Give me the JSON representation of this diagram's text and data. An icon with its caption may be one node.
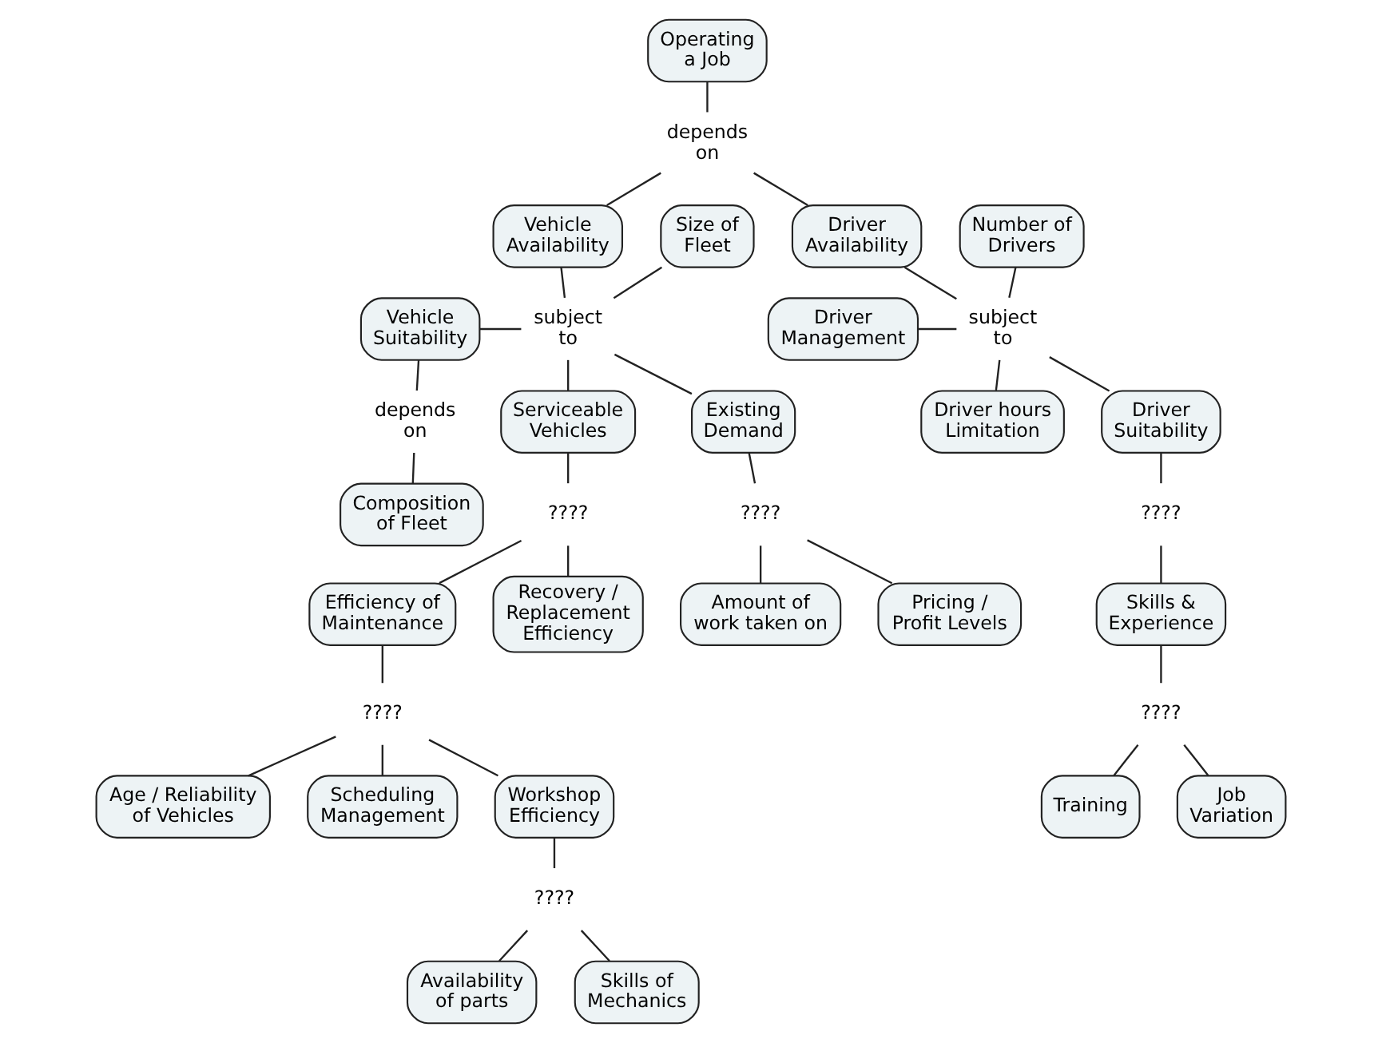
{
  "diagram": {
    "nodes": [
      {
        "text": [
          "Operating a Job"
        ]
      },
      {
        "text": [
          "depends on"
        ]
      },
      {
        "text": [
          "Size of Fleet"
        ]
      },
      {
        "text": [
          "Vehicle Availability"
        ]
      },
      {
        "text": [
          "Number of Drivers"
        ]
      },
      {
        "text": [
          "Driver Availability"
        ]
      },
      {
        "text": [
          "Vehicle Suitability"
        ]
      },
      {
        "text": [
          "subject to"
        ]
      },
      {
        "text": [
          "subject to"
        ]
      },
      {
        "text": [
          "Driver Management"
        ]
      },
      {
        "text": [
          "Serviceable Vehicles"
        ]
      },
      {
        "text": [
          "depends on"
        ]
      },
      {
        "text": [
          "Driver Suitability"
        ]
      },
      {
        "text": [
          "Driver hours Limitation"
        ]
      },
      {
        "text": [
          "Existing Demand"
        ]
      },
      {
        "text": [
          "Composition of Fleet"
        ]
      },
      {
        "text": [
          "????"
        ]
      },
      {
        "text": [
          "????"
        ]
      },
      {
        "text": [
          "Skills & Experience"
        ]
      },
      {
        "text": [
          "Efficiency of Maintenance"
        ]
      },
      {
        "text": [
          "????"
        ]
      },
      {
        "text": [
          "????"
        ]
      },
      {
        "text": [
          "Recovery / Replacement Efficiency"
        ]
      },
      {
        "text": [
          "????"
        ]
      },
      {
        "text": [
          "Training"
        ]
      },
      {
        "text": [
          "Job Variation"
        ]
      },
      {
        "text": [
          "Age / Reliability of Vehicles"
        ]
      },
      {
        "text": [
          "Workshop Efficiency"
        ]
      },
      {
        "text": [
          "Amount of work taken on"
        ]
      },
      {
        "text": [
          "Pricing / Profit Levels"
        ]
      },
      {
        "text": [
          "Scheduling Management"
        ]
      },
      {
        "text": [
          "????"
        ]
      },
      {
        "text": [
          "Availability of parts"
        ]
      },
      {
        "text": [
          "Skills of Mechanics"
        ]
      }
    ],
    "edges": [
      {
        "from": 0,
        "to": 1,
        "arrow": "none"
      },
      {
        "from": 1,
        "to": 3,
        "arrow": "none"
      },
      {
        "from": 1,
        "to": 5,
        "arrow": "none"
      },
      {
        "from": 3,
        "to": 7,
        "arrow": "none"
      },
      {
        "from": 2,
        "to": 7,
        "arrow": "none"
      },
      {
        "from": 6,
        "to": 7,
        "arrow": "none"
      },
      {
        "from": 7,
        "to": 10,
        "arrow": "none"
      },
      {
        "from": 7,
        "to": 14,
        "arrow": "none"
      },
      {
        "from": 6,
        "to": 11,
        "arrow": "none"
      },
      {
        "from": 11,
        "to": 15,
        "arrow": "none"
      },
      {
        "from": 5,
        "to": 8,
        "arrow": "none"
      },
      {
        "from": 4,
        "to": 8,
        "arrow": "none"
      },
      {
        "from": 9,
        "to": 8,
        "arrow": "none"
      },
      {
        "from": 8,
        "to": 13,
        "arrow": "none"
      },
      {
        "from": 8,
        "to": 12,
        "arrow": "none"
      },
      {
        "from": 12,
        "to": 16,
        "arrow": "none"
      },
      {
        "from": 16,
        "to": 18,
        "arrow": "none"
      },
      {
        "from": 18,
        "to": 21,
        "arrow": "none"
      },
      {
        "from": 21,
        "to": 24,
        "arrow": "none"
      },
      {
        "from": 21,
        "to": 25,
        "arrow": "none"
      },
      {
        "from": 10,
        "to": 17,
        "arrow": "none"
      },
      {
        "from": 17,
        "to": 19,
        "arrow": "none"
      },
      {
        "from": 17,
        "to": 22,
        "arrow": "none"
      },
      {
        "from": 19,
        "to": 23,
        "arrow": "none"
      },
      {
        "from": 23,
        "to": 26,
        "arrow": "none"
      },
      {
        "from": 23,
        "to": 30,
        "arrow": "none"
      },
      {
        "from": 23,
        "to": 27,
        "arrow": "none"
      },
      {
        "from": 27,
        "to": 31,
        "arrow": "none"
      },
      {
        "from": 31,
        "to": 32,
        "arrow": "none"
      },
      {
        "from": 31,
        "to": 33,
        "arrow": "none"
      },
      {
        "from": 14,
        "to": 20,
        "arrow": "none"
      },
      {
        "from": 20,
        "to": 28,
        "arrow": "none"
      },
      {
        "from": 20,
        "to": 29,
        "arrow": "none"
      }
    ]
  }
}
